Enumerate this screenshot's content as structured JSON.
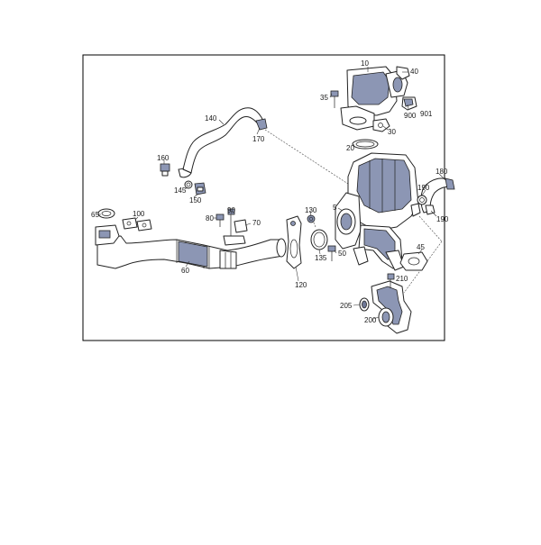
{
  "colors": {
    "outline": "#222222",
    "shade": "#8c96b4",
    "frame": "#000000"
  },
  "callouts": [
    {
      "id": "c10",
      "text": "10"
    },
    {
      "id": "c40",
      "text": "40"
    },
    {
      "id": "c35",
      "text": "35"
    },
    {
      "id": "c900",
      "text": "900"
    },
    {
      "id": "c901",
      "text": "901"
    },
    {
      "id": "c30",
      "text": "30"
    },
    {
      "id": "c140",
      "text": "140"
    },
    {
      "id": "c170",
      "text": "170"
    },
    {
      "id": "c20",
      "text": "20"
    },
    {
      "id": "c160",
      "text": "160"
    },
    {
      "id": "c180",
      "text": "180"
    },
    {
      "id": "c190a",
      "text": "190"
    },
    {
      "id": "c190b",
      "text": "190"
    },
    {
      "id": "c145",
      "text": "145"
    },
    {
      "id": "c150",
      "text": "150"
    },
    {
      "id": "c65",
      "text": "65"
    },
    {
      "id": "c100",
      "text": "100"
    },
    {
      "id": "c90",
      "text": "90"
    },
    {
      "id": "c80",
      "text": "80"
    },
    {
      "id": "c70",
      "text": "70"
    },
    {
      "id": "c130",
      "text": "130"
    },
    {
      "id": "c5",
      "text": "5"
    },
    {
      "id": "c45",
      "text": "45"
    },
    {
      "id": "c60",
      "text": "60"
    },
    {
      "id": "c120",
      "text": "120"
    },
    {
      "id": "c135",
      "text": "135"
    },
    {
      "id": "c50",
      "text": "50"
    },
    {
      "id": "c210",
      "text": "210"
    },
    {
      "id": "c205",
      "text": "205"
    },
    {
      "id": "c200",
      "text": "200"
    }
  ]
}
